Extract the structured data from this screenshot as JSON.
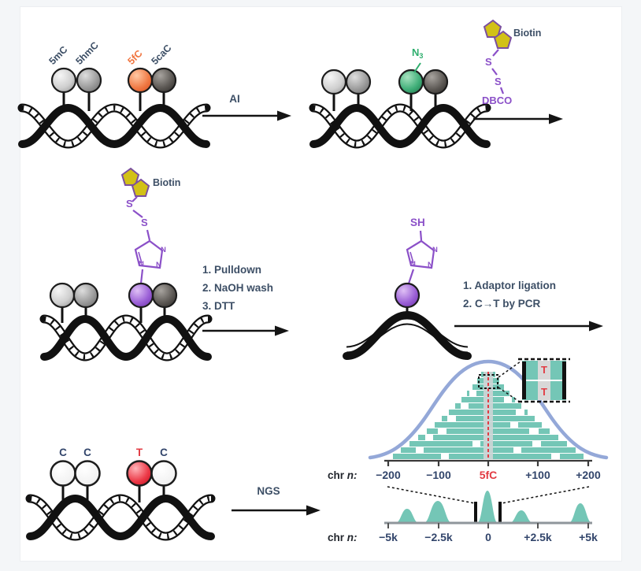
{
  "colors": {
    "teal": "#74c6b6",
    "curve_blue": "#94a8d8",
    "red": "#e23b43",
    "orange_ball": "#ee7140",
    "orange_text": "#f0743e",
    "purple": "#8b50c8",
    "green": "#2fae6e",
    "biotin_yellow": "#d2c117",
    "text_slate": "#3d4f66",
    "text_navy": "#32456b"
  },
  "row1": {
    "base_labels": [
      "5mC",
      "5hmC",
      "5fC",
      "5caC"
    ],
    "arrow_label": "AI",
    "azide_label": {
      "main": "N",
      "sub": "3"
    },
    "reagent": {
      "biotin": "Biotin",
      "s_top": "S",
      "s_bottom": "S",
      "dbco": "DBCO"
    }
  },
  "row2": {
    "biotin": "Biotin",
    "s_top": "S",
    "s_bottom": "S",
    "triazole_atoms": [
      "N",
      "N",
      "N"
    ],
    "steps_pulldown": [
      "1. Pulldown",
      "2. NaOH wash",
      "3. DTT"
    ],
    "thiol": "SH",
    "triazole_atoms2": [
      "N",
      "N",
      "N"
    ],
    "steps_pcr": [
      "1. Adaptor ligation",
      "2. C→T by PCR"
    ]
  },
  "row3": {
    "base_labels": [
      "C",
      "C",
      "T",
      "C"
    ],
    "ngs_label": "NGS",
    "reads_plot": {
      "prefix_chr": "chr",
      "prefix_n": "n:",
      "ticks": [
        "−200",
        "−100",
        "5fC",
        "+100",
        "+200"
      ],
      "center_label": "5fC",
      "inset_bases": [
        "T",
        "T"
      ]
    },
    "genome_track": {
      "prefix_chr": "chr",
      "prefix_n": "n:",
      "ticks": [
        "−5k",
        "−2.5k",
        "0",
        "+2.5k",
        "+5k"
      ]
    }
  },
  "chart_data": [
    {
      "type": "area",
      "title": "Read pileup centered on 5fC site (C→T reads)",
      "x_ticks": [
        "−200",
        "−100",
        "5fC",
        "+100",
        "+200"
      ],
      "x_range": [
        -200,
        200
      ],
      "center_label": "5fC",
      "shape": "bell-shaped stack of teal sequencing reads under a blue envelope curve; red dashed line at the 5fC position; inset magnifies two reads showing T/T",
      "envelope_peak_x": 0
    },
    {
      "type": "area",
      "title": "5fC peaks along chromosome",
      "x_ticks": [
        "−5k",
        "−2.5k",
        "0",
        "+2.5k",
        "+5k"
      ],
      "x_range": [
        -5000,
        5000
      ],
      "peaks": [
        {
          "x": -4100,
          "height": 0.45
        },
        {
          "x": -2500,
          "height": 0.68
        },
        {
          "x": 0,
          "height": 1.0
        },
        {
          "x": 1700,
          "height": 0.4
        },
        {
          "x": 4600,
          "height": 0.62
        }
      ],
      "note": "black bars flank the central peak marking the zoomed window"
    }
  ]
}
